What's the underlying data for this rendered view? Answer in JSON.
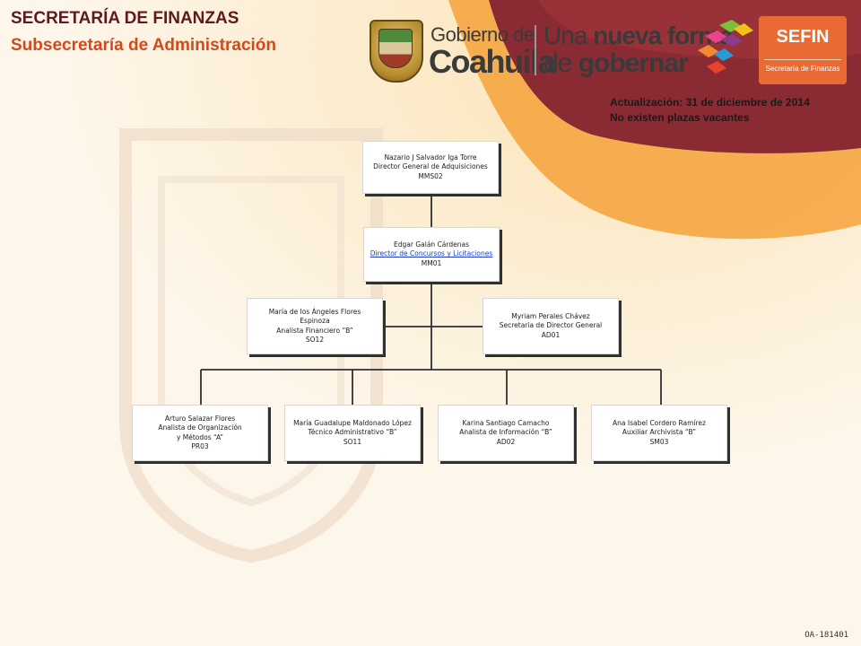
{
  "header": {
    "title": "SECRETARÍA DE FINANZAS",
    "subtitle": "Subsecretaría de Administración",
    "update_date": "Actualización: 31  de diciembre de 2014",
    "vacancies": "No existen plazas vacantes"
  },
  "logos": {
    "government_top": "Gobierno de",
    "government_state": "Coahuila",
    "slogan_line1_a": "Una ",
    "slogan_line1_b": "nueva forma",
    "slogan_line2_a": "de ",
    "slogan_line2_b": "gobernar",
    "sefin": "SEFIN",
    "sefin_sub": "Secretaría de Finanzas"
  },
  "colors": {
    "title": "#5e1a1e",
    "subtitle": "#d24a1c",
    "box_shadow": "#303030",
    "link": "#1a3ec8",
    "connector": "#303030",
    "sefin_orange": "#ea6a34",
    "banner_maroon": "#8a2b33",
    "banner_orange": "#f08a2e"
  },
  "org_chart": {
    "director_general": {
      "name": "Nazario J Salvador Iga Torre",
      "title": "Director General de Adquisiciones",
      "code": "MMS02"
    },
    "director": {
      "name": "Edgar Galán Cárdenas",
      "title": "Director de Concursos y Licitaciones",
      "code": "MM01"
    },
    "analista_financiero": {
      "name_line1": "María de los Ángeles Flores",
      "name_line2": "Espinoza",
      "title": "Analista Financiero “B”",
      "code": "SO12"
    },
    "secretaria": {
      "name": "Myriam Perales Chávez",
      "title": "Secretaria de Director General",
      "code": "AD01"
    },
    "staff": [
      {
        "name": "Arturo Salazar Flores",
        "title_line1": "Analista de Organización",
        "title_line2": "y Métodos “A”",
        "code": "PR03"
      },
      {
        "name": "María Guadalupe Maldonado López",
        "title": "Técnico Administrativo “B”",
        "code": "SO11"
      },
      {
        "name": "Karina Santiago Camacho",
        "title": "Analista de Información “B”",
        "code": "AD02"
      },
      {
        "name": "Ana Isabel Cordero Ramírez",
        "title": "Auxiliar Archivista “B”",
        "code": "SM03"
      }
    ]
  },
  "footer": {
    "code": "OA-181401"
  }
}
